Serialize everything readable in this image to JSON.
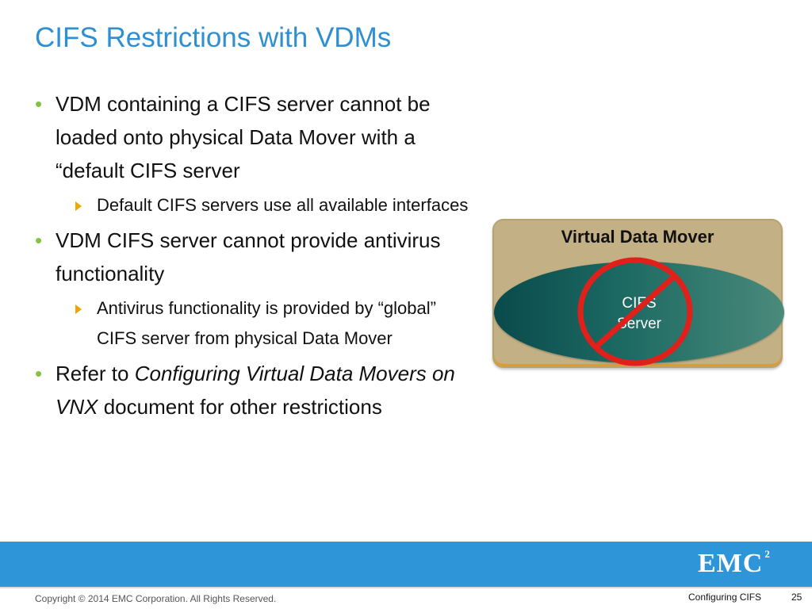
{
  "slide": {
    "title": "CIFS Restrictions with VDMs",
    "bullets": [
      {
        "text": "VDM containing a CIFS server cannot be loaded onto physical Data Mover with a “default CIFS server"
      },
      {
        "text": "Default CIFS servers use all available interfaces"
      },
      {
        "text": "VDM CIFS server cannot provide antivirus functionality"
      },
      {
        "text": "Antivirus functionality is provided by “global” CIFS server from physical Data Mover"
      },
      {
        "prefix": "Refer to ",
        "italic": "Configuring Virtual Data Movers on VNX",
        "suffix": " document for other restrictions"
      }
    ]
  },
  "diagram": {
    "box_label": "Virtual Data Mover",
    "oval_line1": "CIFS",
    "oval_line2": "Server",
    "colors": {
      "box": "#c3b185",
      "oval": "#1d6a63",
      "prohibit": "#e0201b"
    }
  },
  "footer": {
    "logo": "EMC",
    "logo_sup": "2",
    "copyright": "Copyright © 2014 EMC Corporation. All Rights Reserved.",
    "section": "Configuring CIFS",
    "page": "25",
    "colors": {
      "band": "#2e96d8"
    }
  }
}
